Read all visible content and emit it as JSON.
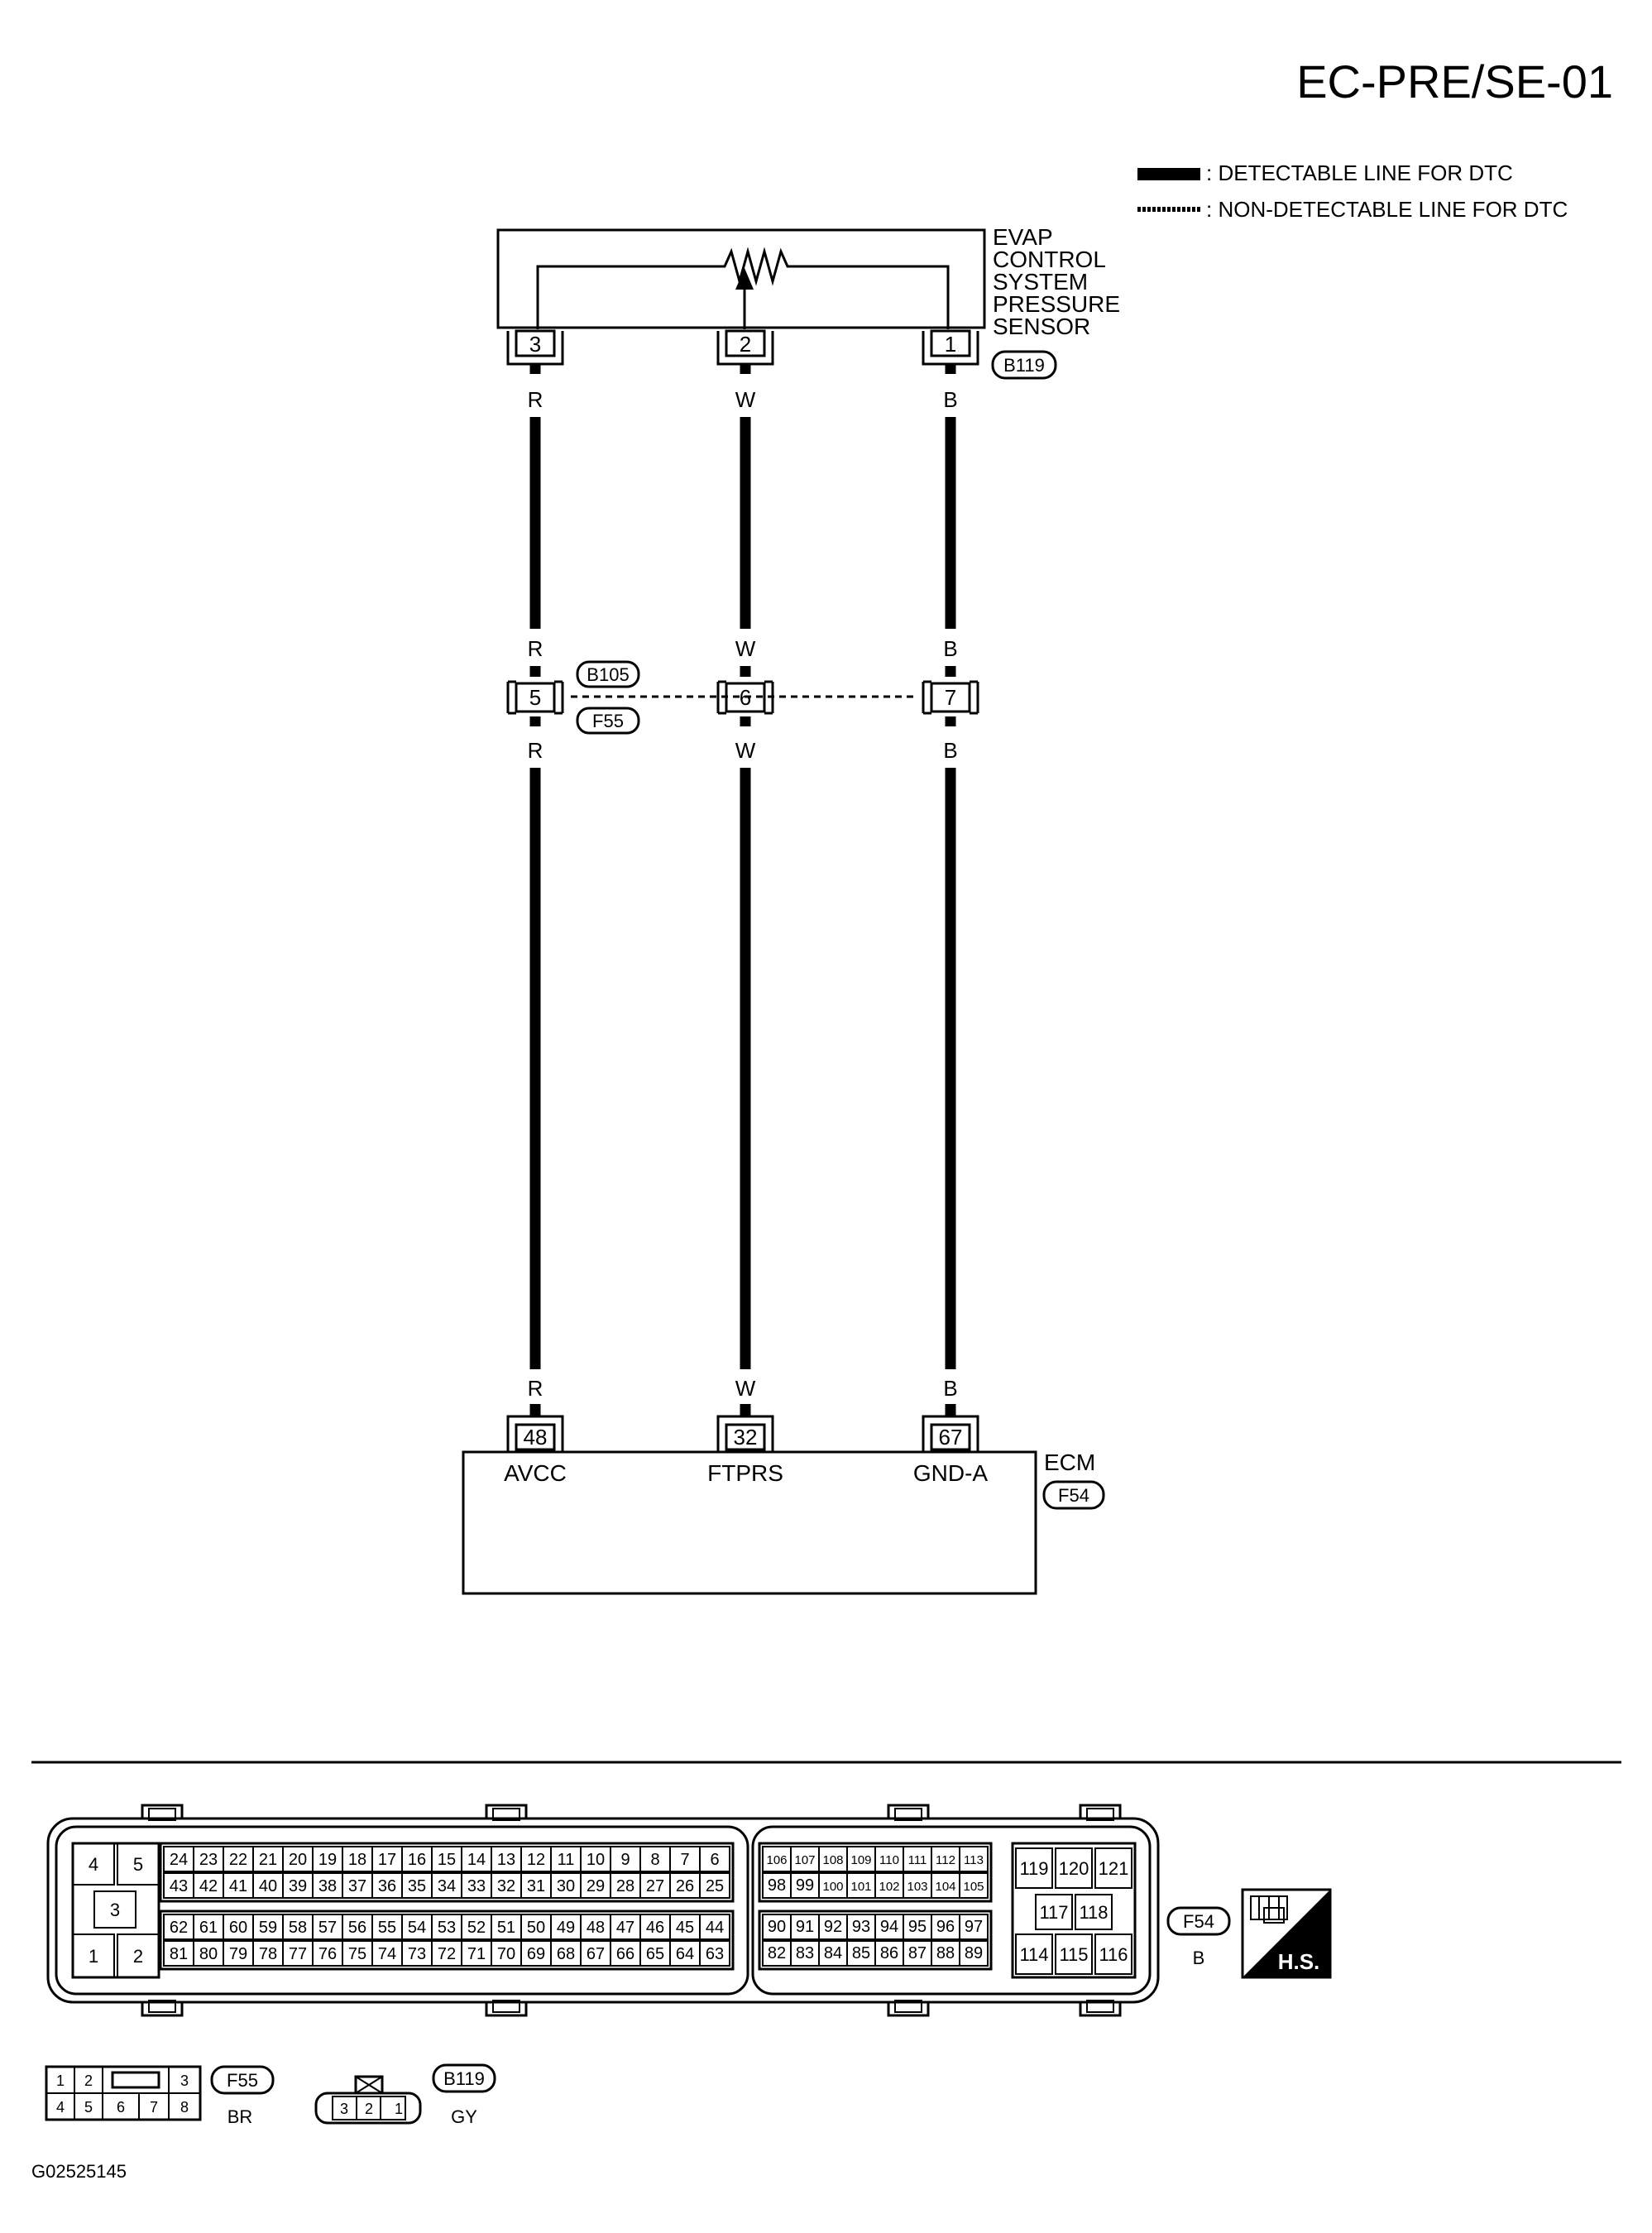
{
  "page_title": "EC-PRE/SE-01",
  "legend": {
    "detectable": ": DETECTABLE LINE FOR DTC",
    "non_detectable": ": NON-DETECTABLE LINE FOR DTC"
  },
  "sensor": {
    "name_lines": [
      "EVAP",
      "CONTROL",
      "SYSTEM",
      "PRESSURE",
      "SENSOR"
    ],
    "connector_id": "B119",
    "pins": [
      "3",
      "2",
      "1"
    ]
  },
  "wires": {
    "colors": [
      "R",
      "W",
      "B"
    ]
  },
  "joint": {
    "upper_id": "B105",
    "lower_id": "F55",
    "pins": [
      "5",
      "6",
      "7"
    ]
  },
  "ecm": {
    "name": "ECM",
    "connector_id": "F54",
    "pins": [
      "48",
      "32",
      "67"
    ],
    "signals": [
      "AVCC",
      "FTPRS",
      "GND-A"
    ]
  },
  "connector_views": {
    "f54": {
      "id": "F54",
      "color": "B",
      "left_pair_top": [
        "4",
        "5"
      ],
      "left_mid": "3",
      "left_pair_bottom": [
        "1",
        "2"
      ],
      "row1": [
        "24",
        "23",
        "22",
        "21",
        "20",
        "19",
        "18",
        "17",
        "16",
        "15",
        "14",
        "13",
        "12",
        "11",
        "10",
        "9",
        "8",
        "7",
        "6"
      ],
      "row2": [
        "43",
        "42",
        "41",
        "40",
        "39",
        "38",
        "37",
        "36",
        "35",
        "34",
        "33",
        "32",
        "31",
        "30",
        "29",
        "28",
        "27",
        "26",
        "25"
      ],
      "row3": [
        "62",
        "61",
        "60",
        "59",
        "58",
        "57",
        "56",
        "55",
        "54",
        "53",
        "52",
        "51",
        "50",
        "49",
        "48",
        "47",
        "46",
        "45",
        "44"
      ],
      "row4": [
        "81",
        "80",
        "79",
        "78",
        "77",
        "76",
        "75",
        "74",
        "73",
        "72",
        "71",
        "70",
        "69",
        "68",
        "67",
        "66",
        "65",
        "64",
        "63"
      ],
      "mid_row1": [
        "106",
        "107",
        "108",
        "109",
        "110",
        "111",
        "112",
        "113"
      ],
      "mid_row2": [
        "98",
        "99",
        "100",
        "101",
        "102",
        "103",
        "104",
        "105"
      ],
      "mid_row3": [
        "90",
        "91",
        "92",
        "93",
        "94",
        "95",
        "96",
        "97"
      ],
      "mid_row4": [
        "82",
        "83",
        "84",
        "85",
        "86",
        "87",
        "88",
        "89"
      ],
      "right_top": [
        "119",
        "120",
        "121"
      ],
      "right_mid": [
        "117",
        "118"
      ],
      "right_bottom": [
        "114",
        "115",
        "116"
      ],
      "hs_label": "H.S."
    },
    "f55": {
      "id": "F55",
      "color": "BR",
      "top": [
        "1",
        "2",
        "3"
      ],
      "bottom": [
        "4",
        "5",
        "6",
        "7",
        "8"
      ]
    },
    "b119": {
      "id": "B119",
      "color": "GY",
      "pins": [
        "3",
        "2",
        "1"
      ]
    }
  },
  "figure_code": "G02525145"
}
